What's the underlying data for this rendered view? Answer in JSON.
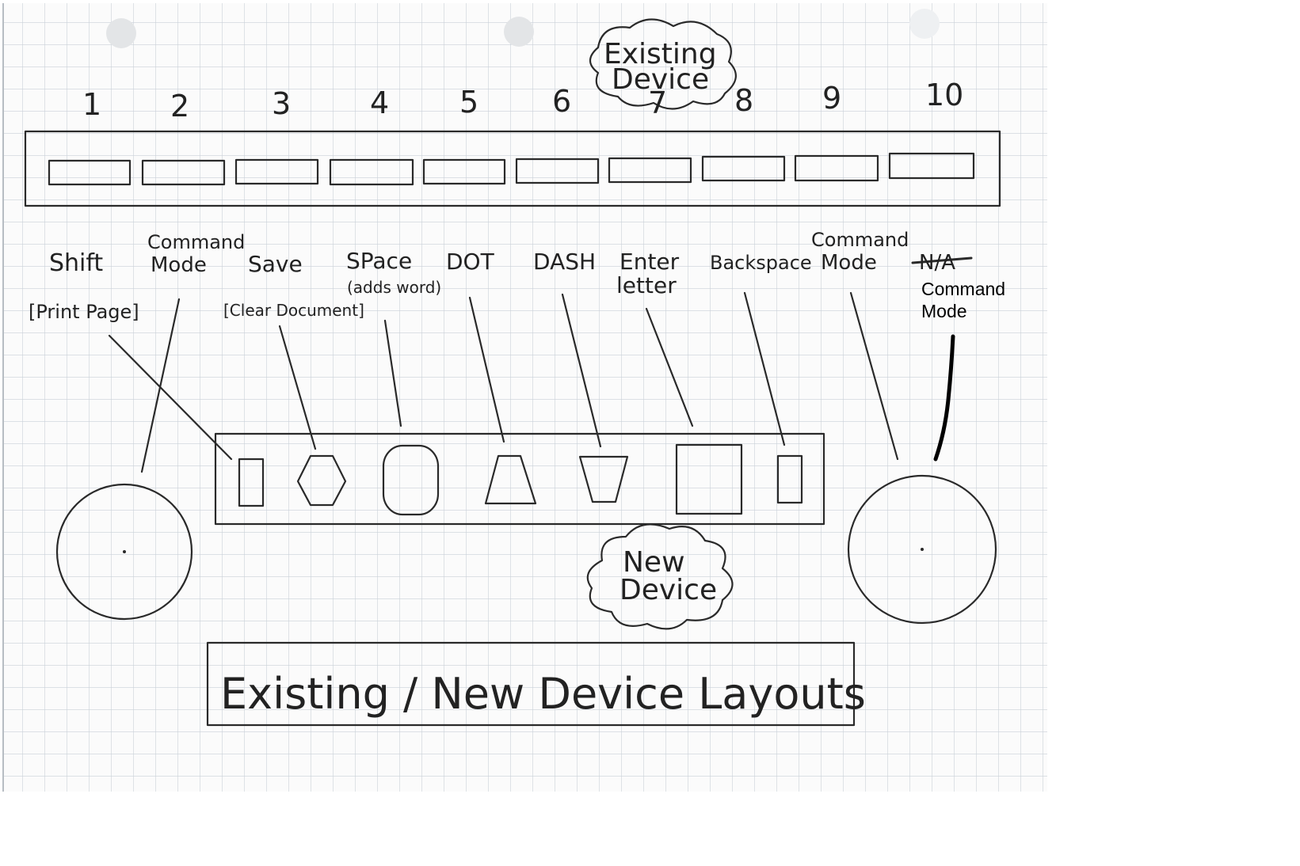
{
  "cloud_top": {
    "line1": "Existing",
    "line2": "Device"
  },
  "numbers": [
    "1",
    "2",
    "3",
    "4",
    "5",
    "6",
    "7",
    "8",
    "9",
    "10"
  ],
  "labels": [
    {
      "id": "shift",
      "line1": "Shift",
      "line2": ""
    },
    {
      "id": "command-mode-left",
      "line1": "Command",
      "line2": "Mode"
    },
    {
      "id": "save",
      "line1": "Save",
      "line2": ""
    },
    {
      "id": "space",
      "line1": "SPace",
      "line2": "(adds word)"
    },
    {
      "id": "dot",
      "line1": "DOT",
      "line2": ""
    },
    {
      "id": "dash",
      "line1": "DASH",
      "line2": ""
    },
    {
      "id": "enter-letter",
      "line1": "Enter",
      "line2": "letter"
    },
    {
      "id": "backspace",
      "line1": "Backspace",
      "line2": ""
    },
    {
      "id": "command-mode-right",
      "line1": "Command",
      "line2": "Mode"
    }
  ],
  "struck_label": "N/A",
  "typed_label": {
    "line1": "Command",
    "line2": "Mode"
  },
  "bracket_print": "[Print Page]",
  "bracket_clear": "[Clear Document]",
  "cloud_bottom": {
    "line1": "New",
    "line2": "Device"
  },
  "title": "Existing / New Device Layouts",
  "colors": {
    "paper": "#fbfbfb",
    "grid": "#c9d0d8",
    "ink": "#2a2a2a",
    "background": "#ffffff"
  }
}
